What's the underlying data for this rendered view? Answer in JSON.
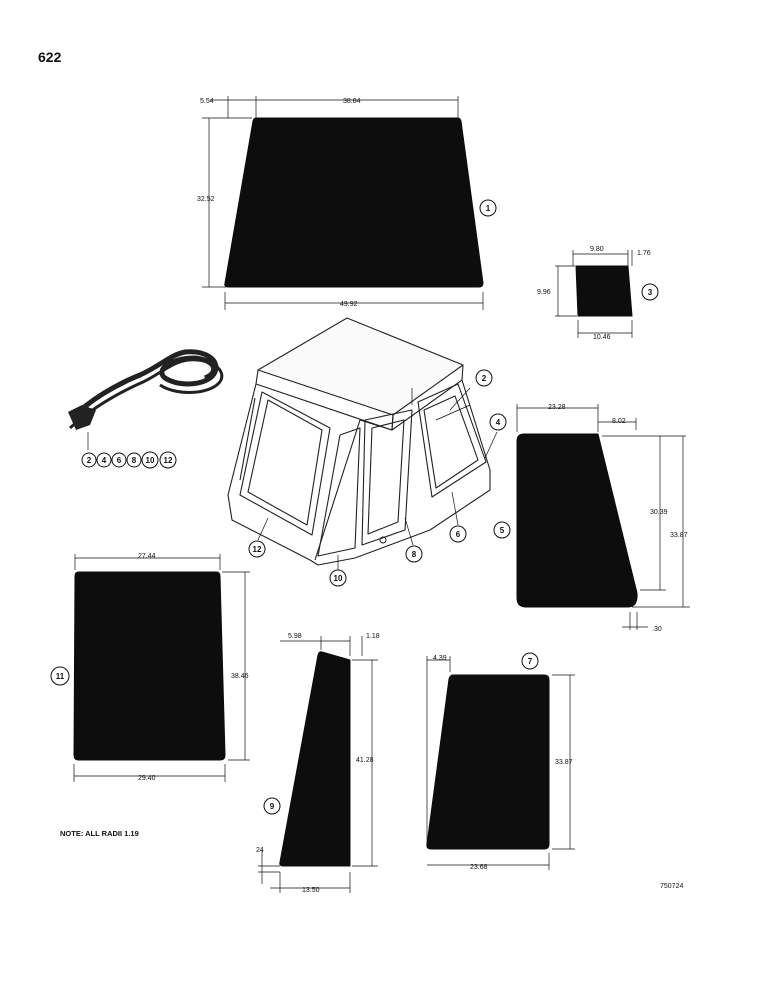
{
  "page_number": "622",
  "note": "NOTE: ALL RADII 1.19",
  "drawing_number": "750724",
  "callouts": {
    "c1": "1",
    "c2": "2",
    "c3": "3",
    "c4": "4",
    "c5": "5",
    "c6": "6",
    "c7": "7",
    "c8": "8",
    "c9": "9",
    "c10": "10",
    "c11": "11",
    "c12": "12"
  },
  "seal_callouts": [
    "2",
    "4",
    "6",
    "8",
    "10",
    "12"
  ],
  "dimensions": {
    "p1_offset": "5.54",
    "p1_top": "38.84",
    "p1_height": "32.52",
    "p1_bottom": "49.92",
    "p3_top": "9.80",
    "p3_offset": "1.76",
    "p3_height": "9.96",
    "p3_bottom": "10.46",
    "p5_top": "23.28",
    "p5_inner": "8.02",
    "p5_height_inner": "30.39",
    "p5_height": "33.87",
    "p5_foot": ".30",
    "p11_top": "27.44",
    "p11_height": "38.46",
    "p11_bottom": "29.40",
    "p9_top": "5.98",
    "p9_offset": "1.18",
    "p9_height": "41.28",
    "p9_foot": "24",
    "p9_bottom": "13.50",
    "p7_offset": "4.39",
    "p7_height": "33.87",
    "p7_bottom": "23.68"
  },
  "colors": {
    "glass": "#0d0d0d",
    "line": "#111111",
    "paper": "#ffffff"
  }
}
